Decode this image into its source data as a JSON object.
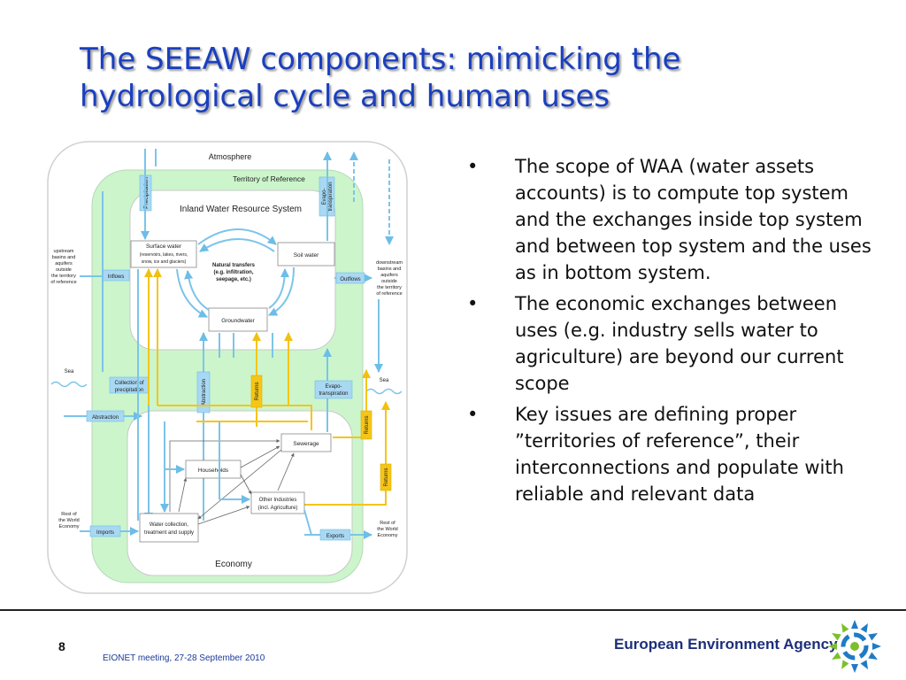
{
  "slide": {
    "title_line1": "The SEEAW components: mimicking the",
    "title_line2": "hydrological cycle and human uses",
    "page_number": "8",
    "meeting": "EIONET meeting, 27-28 September 2010",
    "agency": "European Environment Agency"
  },
  "bullets": [
    "The scope of WAA (water assets accounts) is to compute top system and the exchanges inside top system and between top system and the uses as in bottom system.",
    "The economic exchanges between uses (e.g. industry sells water to agriculture) are beyond our current scope",
    "Key issues are defining proper ”territories of reference”, their interconnections and populate with reliable and relevant data"
  ],
  "bullet_symbol": "•",
  "diagram": {
    "atmosphere": "Atmosphere",
    "territory": "Territory of Reference",
    "inland_system": "Inland Water Resource System",
    "economy": "Economy",
    "precipitation": "Precipitation",
    "evapo_top": [
      "Evapo-",
      "transpiration"
    ],
    "surface_water": [
      "Surface water",
      "(reservoirs, lakes, rivers,",
      "snow, ice and glaciers)"
    ],
    "soil_water": "Soil water",
    "groundwater": "Groundwater",
    "natural_transfers": [
      "Natural transfers",
      "(e.g. infiltration,",
      "seepage, etc.)"
    ],
    "upstream": [
      "upstream",
      "basins and",
      "aquifers",
      "outside",
      "the territory",
      "of reference"
    ],
    "downstream": [
      "downstream",
      "basins and",
      "aquifers",
      "outside",
      "the territory",
      "of reference"
    ],
    "inflows": "Inflows",
    "outflows": "Outflows",
    "sea_left": "Sea",
    "sea_right": "Sea",
    "collection": [
      "Collection of",
      "precipitation"
    ],
    "abstraction_vertical": "Abstraction",
    "returns_vertical": "Returns",
    "evapo_bottom": [
      "Evapo-",
      "transpiration"
    ],
    "abstraction_left": "Abstraction",
    "returns_right_1": "Returns",
    "returns_right_2": "Returns",
    "sewerage": "Sewerage",
    "households": "Households",
    "other_industries": [
      "Other Industries",
      "(incl. Agriculture)"
    ],
    "water_collection": [
      "Water collection,",
      "treatment and supply"
    ],
    "rest_left": [
      "Rest of",
      "the World",
      "Economy"
    ],
    "rest_right": [
      "Rest of",
      "the World",
      "Economy"
    ],
    "imports": "Imports",
    "exports": "Exports"
  },
  "colors": {
    "title": "#1a3fbf",
    "territory_fill": "#ccf5cc",
    "blue_flow": "#7cc4ea",
    "label_box": "#a9d8f2",
    "returns_flow": "#f5c518",
    "footer_text": "#1a3a9a",
    "agency_text": "#1d2f7a",
    "logo_blue": "#1f7bc4",
    "logo_green": "#7cbf2e"
  }
}
